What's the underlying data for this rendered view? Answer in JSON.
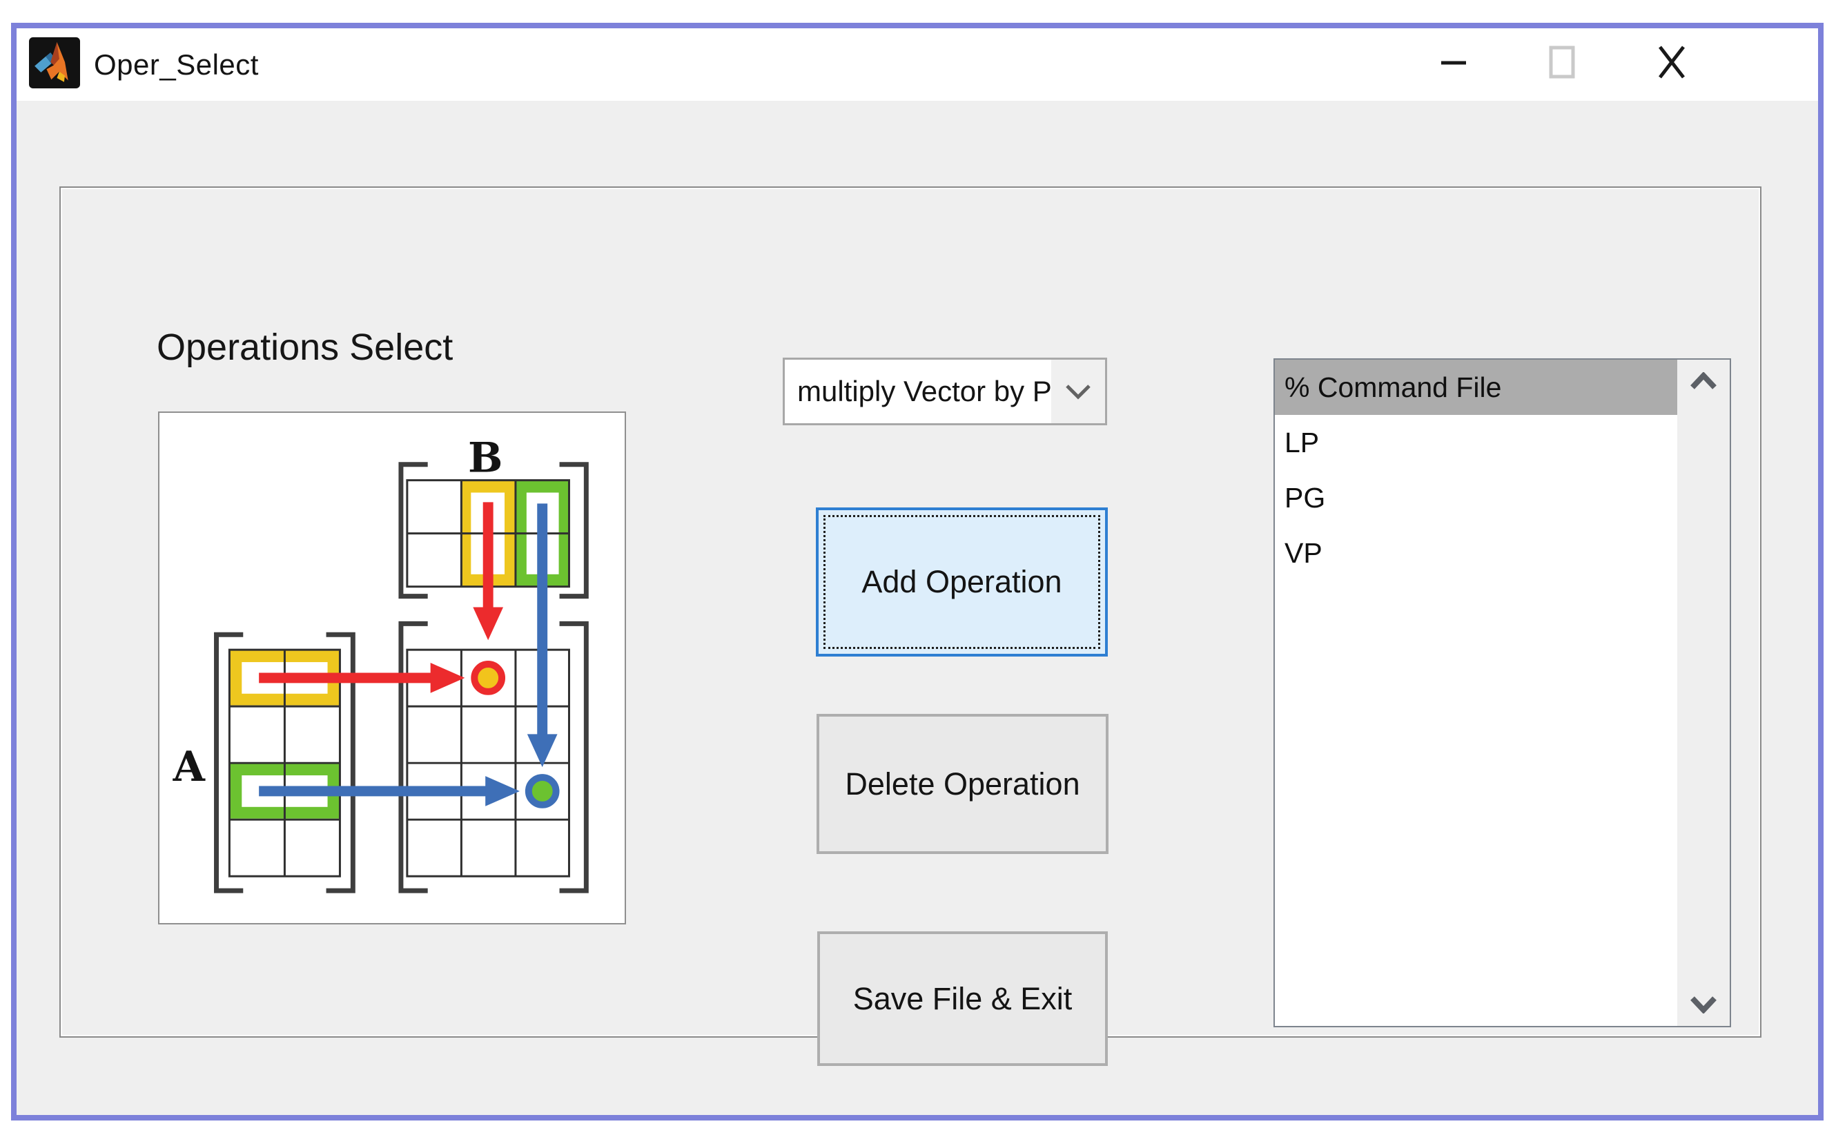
{
  "window": {
    "title": "Oper_Select",
    "controls": {
      "minimize": "minimize",
      "maximize": "maximize (disabled)",
      "close": "close"
    }
  },
  "panel": {
    "heading": "Operations Select"
  },
  "dropdown": {
    "value": "multiply Vector by P"
  },
  "buttons": {
    "add": {
      "label": "Add Operation",
      "focused": true
    },
    "delete": {
      "label": "Delete Operation"
    },
    "save": {
      "label": "Save File & Exit"
    }
  },
  "listbox": {
    "items": [
      {
        "text": "% Command File",
        "selected": true
      },
      {
        "text": "LP",
        "selected": false
      },
      {
        "text": "PG",
        "selected": false
      },
      {
        "text": "VP",
        "selected": false
      }
    ]
  },
  "diagram": {
    "matrix_a_label": "A",
    "matrix_b_label": "B",
    "meaning": "row of A times column of B produces highlighted element of product matrix"
  },
  "colors": {
    "window_border": "#7d81da",
    "background": "#efefef",
    "titlebar": "#ffffff",
    "focused_button_border": "#2e7fd2",
    "focused_button_bg": "#ddeefb",
    "selected_row_bg": "#acacac",
    "diagram_yellow": "#eec71f",
    "diagram_green": "#6cc230",
    "diagram_red": "#ec2b2d",
    "diagram_blue": "#3e6fb7"
  }
}
